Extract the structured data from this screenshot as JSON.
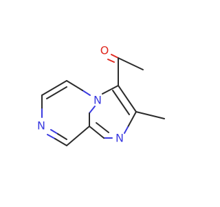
{
  "structure": {
    "atoms": {
      "oxygen": {
        "symbol": "O",
        "color": "#e0281f"
      },
      "n_bridge": {
        "symbol": "N",
        "color": "#3a3ae0"
      },
      "n_imidazole": {
        "symbol": "N",
        "color": "#3a3ae0"
      },
      "n_pyrazine": {
        "symbol": "N",
        "color": "#3a3ae0"
      }
    },
    "bond_color": "#2b2b2b"
  }
}
